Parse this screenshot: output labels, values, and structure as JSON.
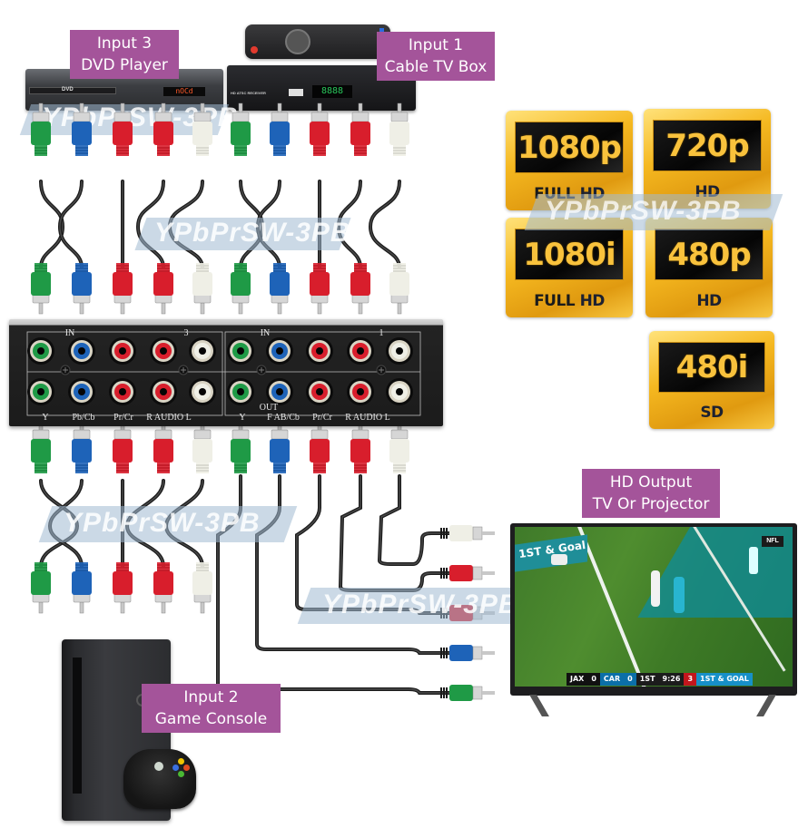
{
  "labels": {
    "input3": {
      "line1": "Input 3",
      "line2": "DVD Player"
    },
    "input1": {
      "line1": "Input 1",
      "line2": "Cable TV Box"
    },
    "input2": {
      "line1": "Input 2",
      "line2": "Game Console"
    },
    "output": {
      "line1": "HD Output",
      "line2": "TV Or Projector"
    }
  },
  "watermark": "YPbPrSW-3PB",
  "devices": {
    "dvd_player": {
      "brand_text": "DVD",
      "display_text": "nOCd"
    },
    "cable_box": {
      "brand_text": "HD ATSC RECEIVER",
      "display_text": "8888"
    }
  },
  "switch": {
    "left_panel": {
      "in_label": "IN",
      "input_number": "3",
      "bottom_labels": [
        "Y",
        "Pb/Cb",
        "Pr/Cr",
        "R AUDIO L"
      ]
    },
    "right_panel": {
      "in_label": "IN",
      "input_number": "1",
      "out_label": "OUT",
      "bottom_labels": [
        "Y",
        "F AB/Cb",
        "Pr/Cr",
        "R AUDIO L"
      ]
    },
    "jack_colors": [
      "green",
      "blue",
      "red",
      "red",
      "white"
    ]
  },
  "colors": {
    "label_bg": "#a4549a",
    "green": "#1f9a46",
    "blue": "#1e63b8",
    "red": "#d81e2c",
    "white": "#efefe6",
    "switch_body": "#202020",
    "badge_gold": "#f5b820"
  },
  "resolutions": [
    {
      "main": "1080p",
      "sub_prefix": "FULL ",
      "sub_hd": "HD"
    },
    {
      "main": "720p",
      "sub_prefix": "",
      "sub_hd": "HD"
    },
    {
      "main": "1080i",
      "sub_prefix": "FULL ",
      "sub_hd": "HD"
    },
    {
      "main": "480p",
      "sub_prefix": "",
      "sub_hd": "HD"
    },
    {
      "main": "480i",
      "sub_prefix": "",
      "sub_hd": "SD"
    }
  ],
  "tv": {
    "field_text": "1ST & Goal",
    "network_bug": "NFL",
    "scorebar": {
      "team1": "JAX",
      "score1": "0",
      "team2": "CAR",
      "score2": "0",
      "quarter": "1ST",
      "clock": "9:26",
      "timeouts": "3",
      "down": "1ST & GOAL"
    }
  }
}
